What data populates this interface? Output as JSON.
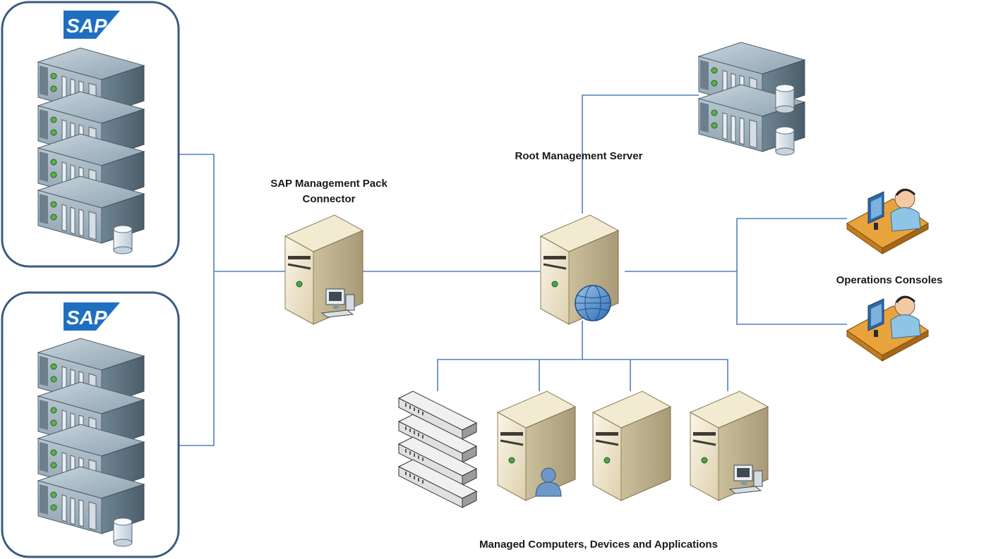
{
  "labels": {
    "root_server": "Root Management Server",
    "connector_line1": "SAP Management Pack",
    "connector_line2": "Connector",
    "operations_consoles": "Operations Consoles",
    "managed": "Managed Computers, Devices and Applications"
  },
  "sap_groups": [
    {
      "logo": "SAP"
    },
    {
      "logo": "SAP"
    }
  ],
  "colors": {
    "connector_line": "#4f81bd",
    "group_border": "#3a5a80",
    "sap_blue": "#1f6fc0",
    "rack_dark": "#5f7380",
    "rack_light": "#a9bcc8",
    "tower_beige": "#e9ddc0",
    "desk_orange": "#e8a33d"
  },
  "icons": [
    "sap-logo-icon",
    "rack-server-icon",
    "tower-server-icon",
    "globe-icon",
    "user-icon",
    "workstation-icon",
    "operator-console-icon",
    "network-device-icon",
    "database-icon"
  ]
}
